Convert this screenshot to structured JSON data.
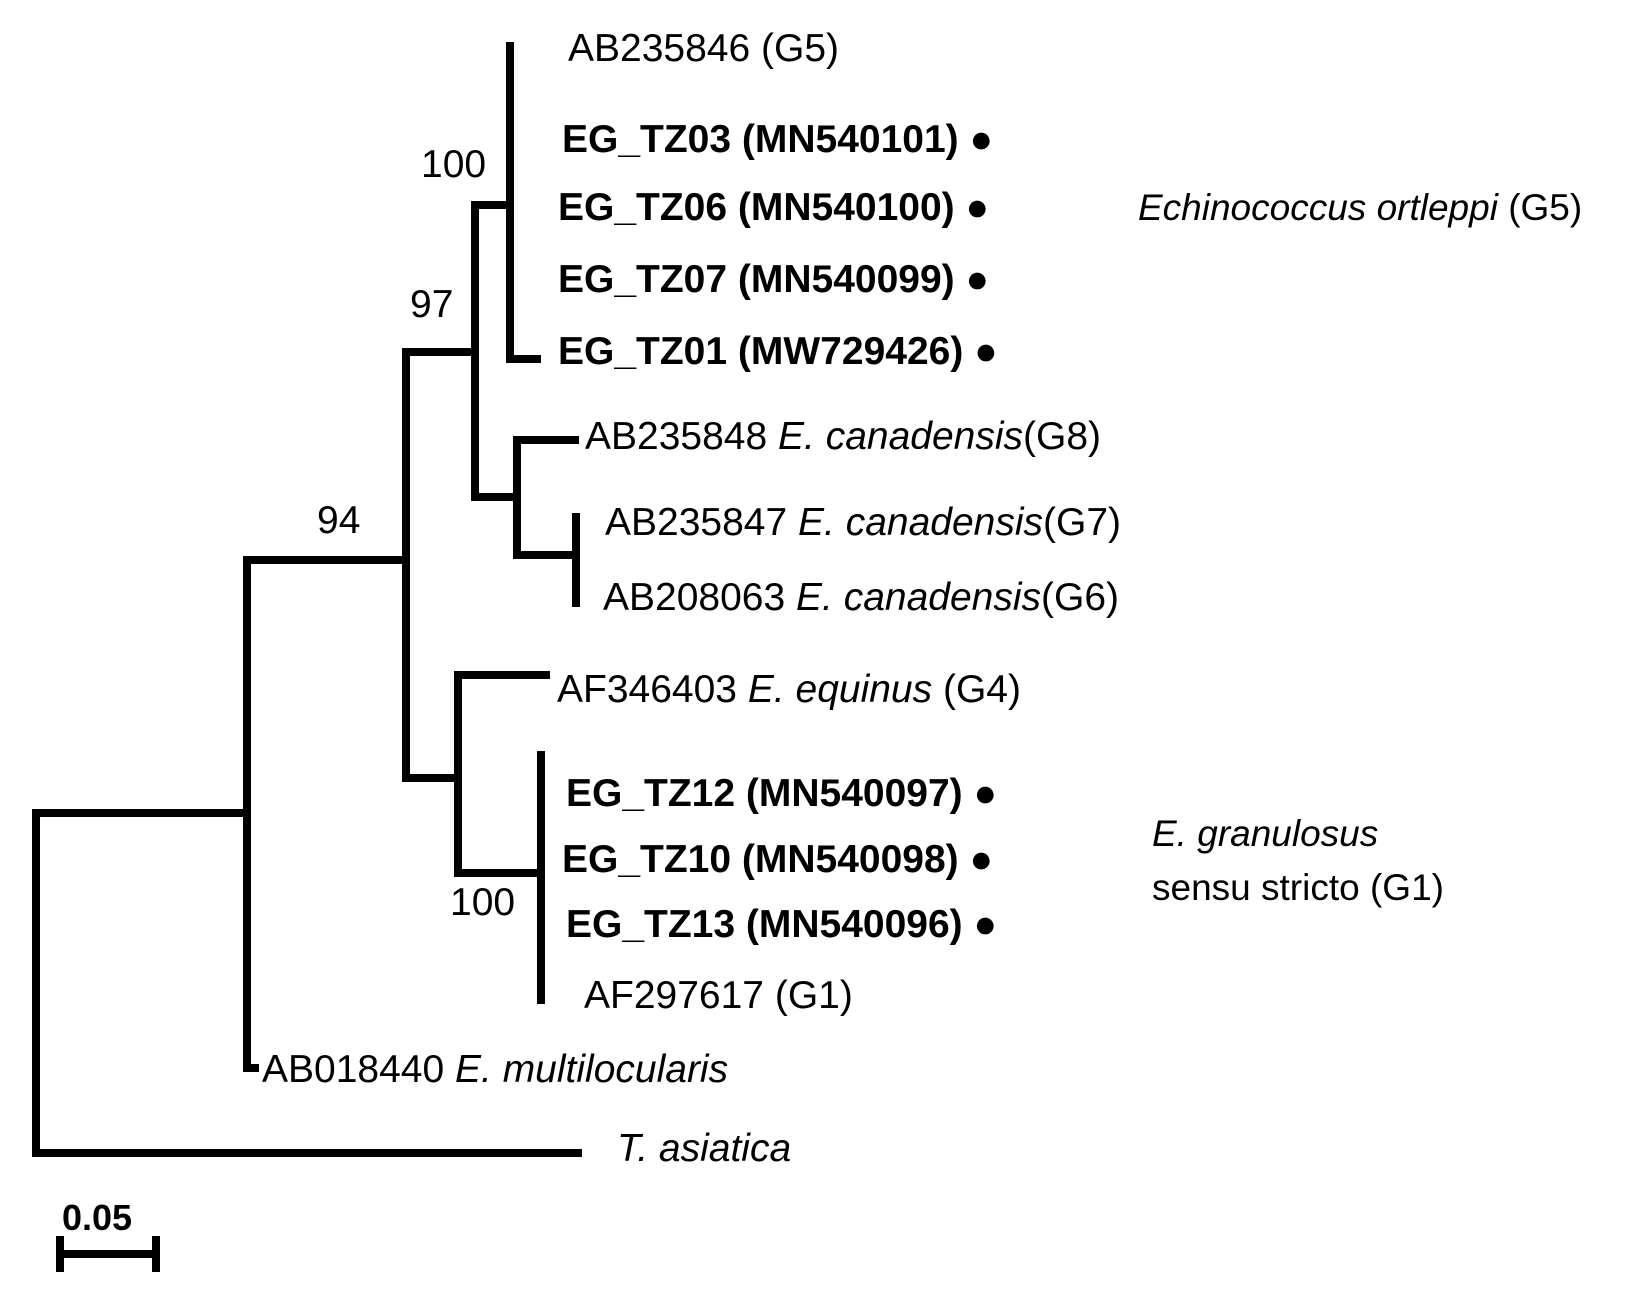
{
  "taxa": [
    {
      "key": "ab235846",
      "accession": "AB235846",
      "species": "",
      "genotype": "(G5)"
    },
    {
      "key": "tz03",
      "accession": "EG_TZ03 (MN540101)",
      "species": "",
      "genotype": "",
      "marker": "●"
    },
    {
      "key": "tz06",
      "accession": "EG_TZ06 (MN540100)",
      "species": "",
      "genotype": "",
      "marker": "●"
    },
    {
      "key": "tz07",
      "accession": "EG_TZ07 (MN540099)",
      "species": "",
      "genotype": "",
      "marker": "●"
    },
    {
      "key": "tz01",
      "accession": "EG_TZ01 (MW729426)",
      "species": "",
      "genotype": "",
      "marker": "●"
    },
    {
      "key": "ab235848",
      "accession": "AB235848",
      "species": "E. canadensis",
      "genotype": "(G8)"
    },
    {
      "key": "ab235847",
      "accession": "AB235847",
      "species": "E. canadensis",
      "genotype": "(G7)"
    },
    {
      "key": "ab208063",
      "accession": "AB208063",
      "species": "E. canadensis",
      "genotype": "(G6)"
    },
    {
      "key": "af346403",
      "accession": "AF346403",
      "species": "E. equinus",
      "genotype": "(G4)"
    },
    {
      "key": "tz12",
      "accession": "EG_TZ12 (MN540097)",
      "species": "",
      "genotype": "",
      "marker": "●"
    },
    {
      "key": "tz10",
      "accession": "EG_TZ10 (MN540098)",
      "species": "",
      "genotype": "",
      "marker": "●"
    },
    {
      "key": "tz13",
      "accession": "EG_TZ13 (MN540096)",
      "species": "",
      "genotype": "",
      "marker": "●"
    },
    {
      "key": "af297617",
      "accession": "AF297617",
      "species": "",
      "genotype": "(G1)"
    },
    {
      "key": "ab018440",
      "accession": "AB018440",
      "species": "E. multilocularis",
      "genotype": ""
    },
    {
      "key": "tasiatica",
      "accession": "",
      "species": "T. asiatica",
      "genotype": ""
    }
  ],
  "bootstrap": {
    "ortleppi_clade": "100",
    "canadensis_group": "97",
    "granulosus_complex": "94",
    "granulosus_ss": "100"
  },
  "clade_labels": {
    "ortleppi": {
      "name": "Echinococcus ortleppi",
      "genotype": "(G5)"
    },
    "granulosus": {
      "name": "E. granulosus",
      "line2": "sensu stricto (G1)"
    }
  },
  "scale_bar": {
    "label": "0.05"
  }
}
